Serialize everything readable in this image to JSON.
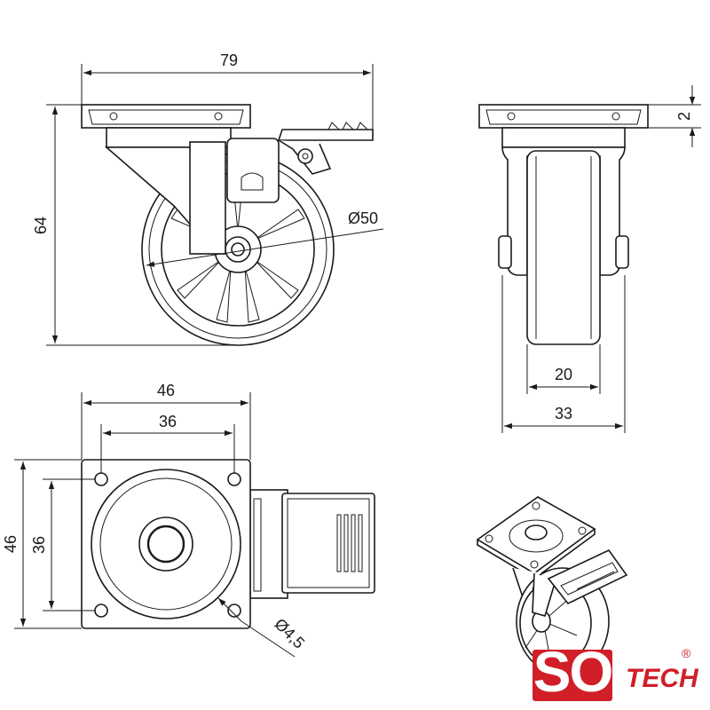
{
  "dimensions": {
    "top_width": "79",
    "total_height": "64",
    "wheel_diameter": "Ø50",
    "plate_thickness": "2",
    "wheel_width": "20",
    "fork_width": "33",
    "plate_width": "46",
    "hole_spacing_x": "36",
    "plate_height": "46",
    "hole_spacing_y": "36",
    "hole_diameter": "Ø4,5"
  },
  "logo": {
    "so": "SO",
    "tech": "TECH",
    "registered": "®",
    "brand_color": "#d01f28"
  },
  "colors": {
    "line": "#1a1a1a",
    "background": "#ffffff"
  }
}
